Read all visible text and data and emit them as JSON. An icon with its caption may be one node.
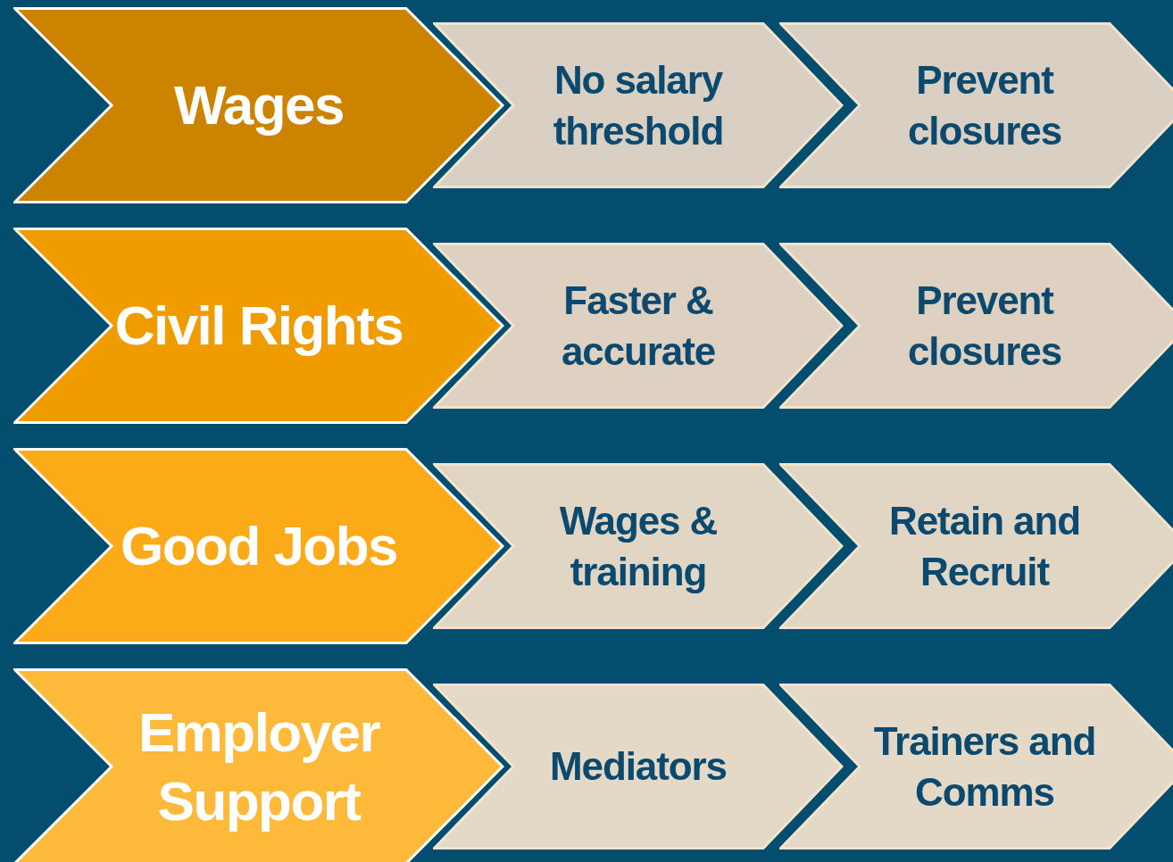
{
  "diagram": {
    "nodes": [
      {
        "text": [
          "Wages"
        ]
      },
      {
        "text": [
          "No salary threshold"
        ]
      },
      {
        "text": [
          "Prevent closures"
        ]
      },
      {
        "text": [
          "Civil Rights"
        ]
      },
      {
        "text": [
          "Faster & accurate"
        ]
      },
      {
        "text": [
          "Prevent closures"
        ]
      },
      {
        "text": [
          "Good Jobs"
        ]
      },
      {
        "text": [
          "Wages & training"
        ]
      },
      {
        "text": [
          "Retain and Recruit"
        ]
      },
      {
        "text": [
          "Employer Support"
        ]
      },
      {
        "text": [
          "Mediators"
        ]
      },
      {
        "text": [
          "Trainers and Comms"
        ]
      }
    ],
    "edges": []
  }
}
